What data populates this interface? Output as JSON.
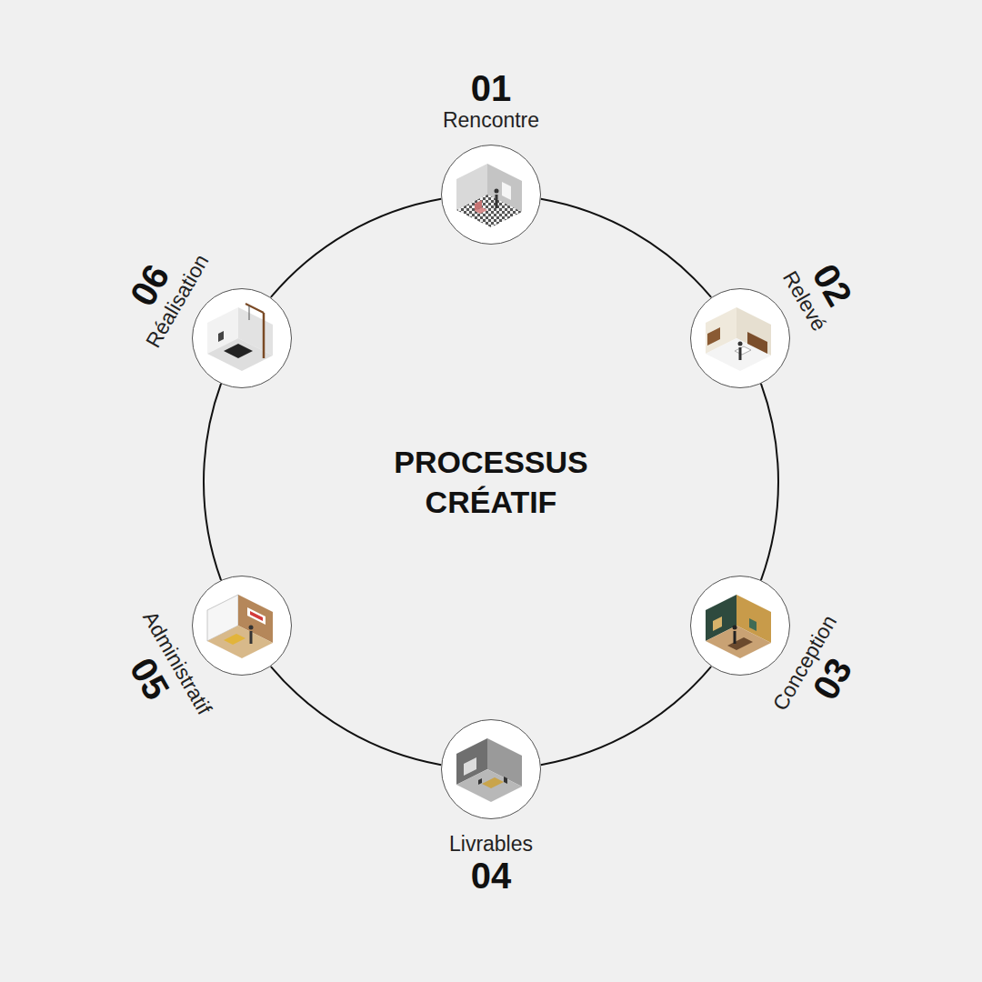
{
  "diagram": {
    "title": "PROCESSUS CRÉATIF",
    "nodes": [
      {
        "text": [
          "01",
          "Rencontre"
        ]
      },
      {
        "text": [
          "02",
          "Relevé"
        ]
      },
      {
        "text": [
          "03",
          "Conception"
        ]
      },
      {
        "text": [
          "04",
          "Livrables"
        ]
      },
      {
        "text": [
          "05",
          "Administratif"
        ]
      },
      {
        "text": [
          "06",
          "Réalisation"
        ]
      }
    ],
    "edges": [
      {
        "from": 0,
        "to": 1,
        "arrow": "none"
      },
      {
        "from": 1,
        "to": 2,
        "arrow": "none"
      },
      {
        "from": 2,
        "to": 3,
        "arrow": "none"
      },
      {
        "from": 3,
        "to": 4,
        "arrow": "none"
      },
      {
        "from": 4,
        "to": 5,
        "arrow": "none"
      },
      {
        "from": 5,
        "to": 0,
        "arrow": "none"
      }
    ]
  }
}
